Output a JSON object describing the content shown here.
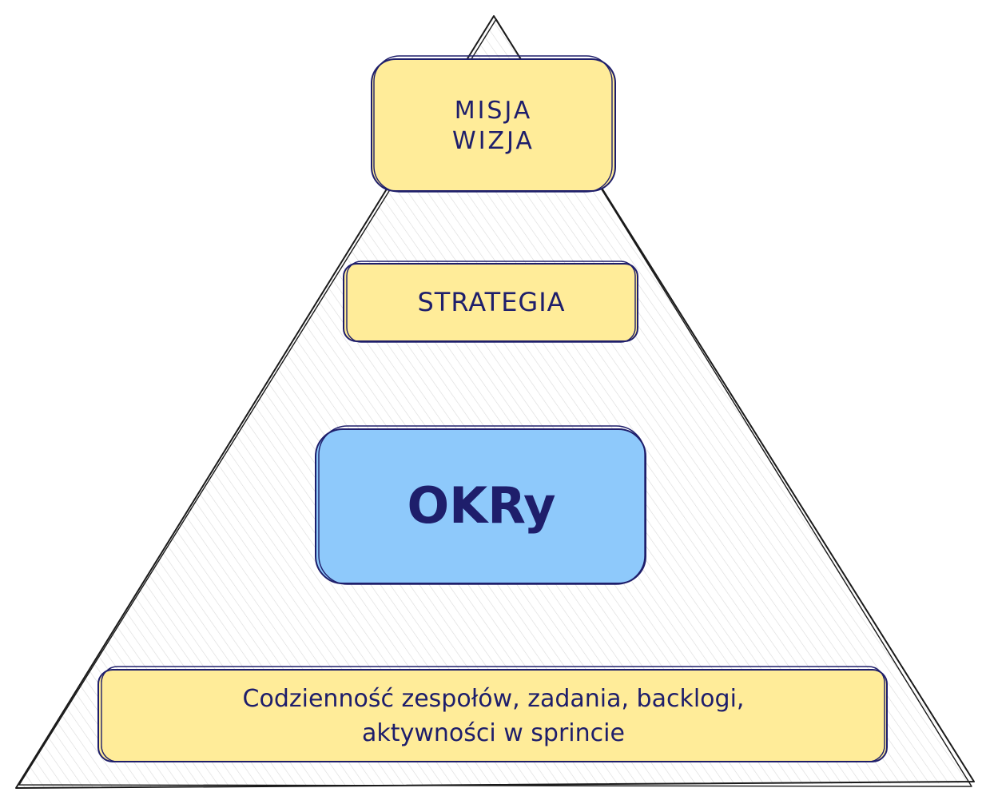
{
  "diagram": {
    "levels": {
      "mission": {
        "line1": "MISJA",
        "line2": "WIZJA",
        "fill": "#ffec99"
      },
      "strategy": {
        "label": "STRATEGIA",
        "fill": "#ffec99"
      },
      "okr": {
        "label": "OKRy",
        "fill": "#8ec9fb"
      },
      "base": {
        "line1": "Codzienność zespołów, zadania, backlogi,",
        "line2": "aktywności w sprincie",
        "fill": "#ffec99"
      }
    },
    "colors": {
      "stroke": "#1e1e6b",
      "outline": "#1a1a1a",
      "hatch": "#d8d8d8"
    }
  }
}
